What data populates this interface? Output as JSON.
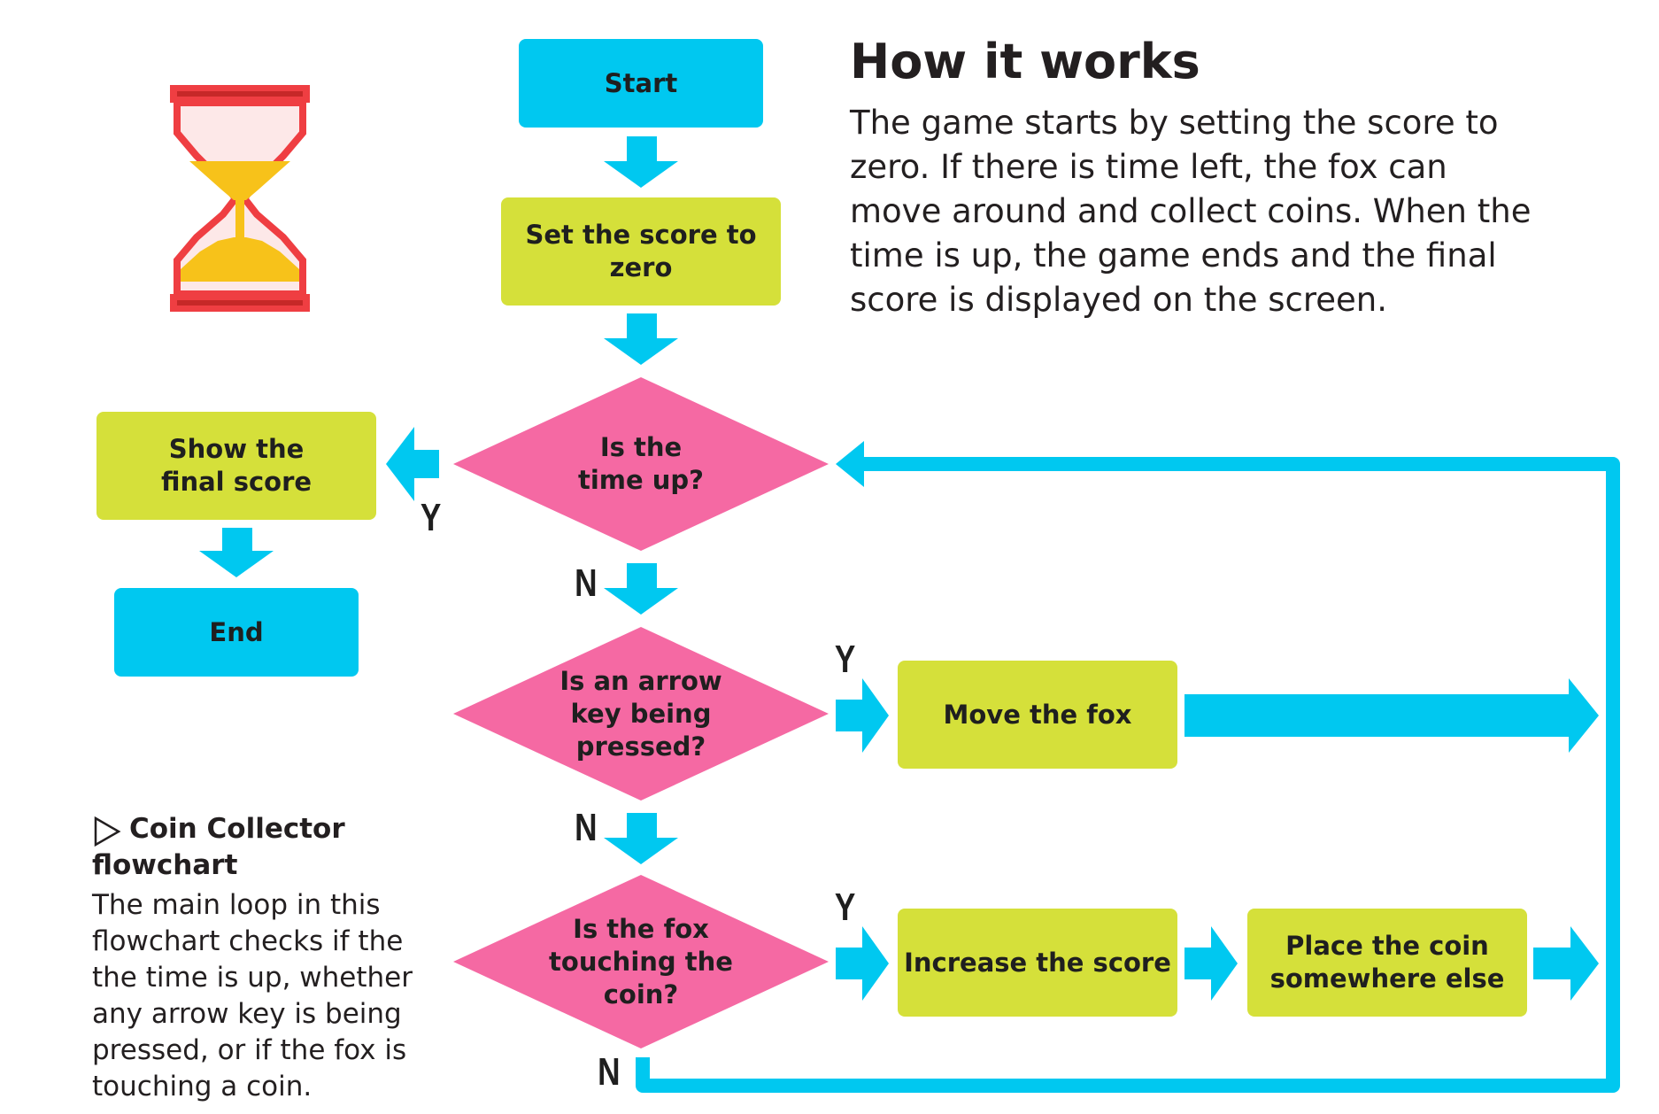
{
  "header": {
    "title": "How it works",
    "intro": "The game starts by setting the score to zero. If there is time left, the fox can move around and collect coins. When the time is up, the game ends and the final score is displayed on the screen."
  },
  "caption": {
    "marker": "▷",
    "heading": "Coin Collector flowchart",
    "body": "The main loop in this flowchart checks if the the time is up, whether any arrow key is being pressed, or if the fox is touching a coin."
  },
  "flowchart": {
    "nodes": {
      "start": "Start",
      "set_score": "Set the score to zero",
      "time_up": "Is the\ntime up?",
      "show_score": "Show the\nfinal score",
      "end": "End",
      "arrow_key": "Is an arrow\nkey being\npressed?",
      "move_fox": "Move the fox",
      "touch_coin": "Is the fox\ntouching the\ncoin?",
      "increase_score": "Increase the score",
      "place_coin": "Place the coin\nsomewhere else"
    },
    "labels": {
      "time_up_yes": "Y",
      "time_up_no": "N",
      "arrow_key_yes": "Y",
      "arrow_key_no": "N",
      "touch_coin_yes": "Y",
      "touch_coin_no": "N"
    }
  },
  "colors": {
    "terminal": "#00c8f0",
    "process": "#d5e03a",
    "decision": "#f569a3",
    "arrow": "#00c8f0",
    "hourglass_frame": "#ef3e42",
    "hourglass_sand": "#f7c21a"
  },
  "icons": [
    "hourglass-icon",
    "caption-triangle-icon"
  ]
}
